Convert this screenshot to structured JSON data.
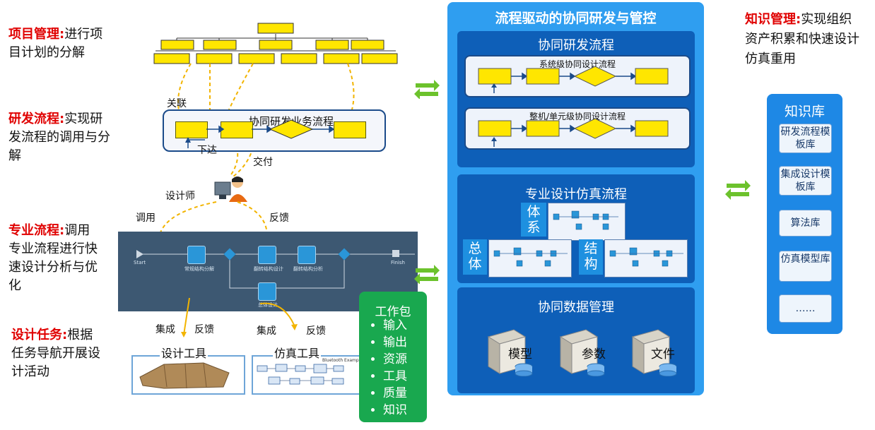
{
  "left_notes": [
    {
      "key": "项目管理:",
      "line1": "进行项",
      "line2": "目计划的分解"
    },
    {
      "key": "研发流程:",
      "line1": "实现研",
      "line2": "发流程的调用与分",
      "line3": "解"
    },
    {
      "key": "专业流程:",
      "line1": "调用",
      "line2": "专业流程进行快",
      "line3": "速设计分析与优",
      "line4": "化"
    },
    {
      "key": "设计任务:",
      "line1": "根据",
      "line2": "任务导航开展设",
      "line3": "计活动"
    }
  ],
  "middle": {
    "guanlian": "关联",
    "process_title": "协同研发业务流程",
    "xiada": "下达",
    "jiaofu": "交付",
    "designer": "设计师",
    "diaoyong": "调用",
    "fankui": "反馈",
    "jicheng1": "集成",
    "fankui2": "反馈",
    "jicheng2": "集成",
    "fankui3": "反馈",
    "design_tool": "设计工具",
    "sim_tool": "仿真工具",
    "sim_tool_caption": "Bluetooth Example",
    "flow_nodes": [
      "Start",
      "常规结构分解",
      "翻转结构设计",
      "翻转结构分析",
      "Finish",
      "总体设计"
    ]
  },
  "work_package": {
    "title": "工作包",
    "items": [
      "输入",
      "输出",
      "资源",
      "工具",
      "质量",
      "知识"
    ]
  },
  "panel": {
    "title": "流程驱动的协同研发与管控",
    "sec1_title": "协同研发流程",
    "row1_label": "系统级协同设计流程",
    "row2_label": "整机/单元级协同设计流程",
    "sec2_title": "专业设计仿真流程",
    "tag_tixi": [
      "体",
      "系"
    ],
    "tag_zongti": [
      "总",
      "体"
    ],
    "tag_jiegou": [
      "结",
      "构"
    ],
    "sec3_title": "协同数据管理",
    "db_labels": [
      "模型",
      "参数",
      "文件"
    ]
  },
  "right_note": {
    "key": "知识管理:",
    "line1": "实现组织",
    "line2": "资产积累和快速设计",
    "line3": "仿真重用"
  },
  "knowledge": {
    "title": "知识库",
    "items": [
      "研发流程模板库",
      "集成设计模板库",
      "算法库",
      "仿真模型库",
      "……"
    ]
  },
  "colors": {
    "accent_red": "#e00000",
    "panel_blue": "#2f9ef0",
    "dark_blue": "#0e5fb8",
    "green": "#19a84f",
    "yellow": "#ffe600"
  }
}
